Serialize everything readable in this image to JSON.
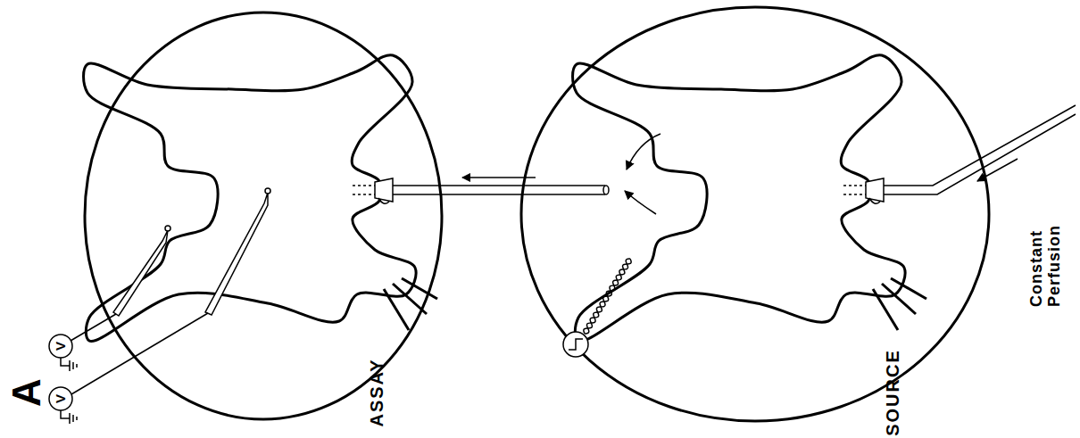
{
  "diagram": {
    "labels": [
      "A",
      "ASSAY",
      "SOURCE",
      "Constant Perfusion",
      "V",
      "V"
    ]
  }
}
